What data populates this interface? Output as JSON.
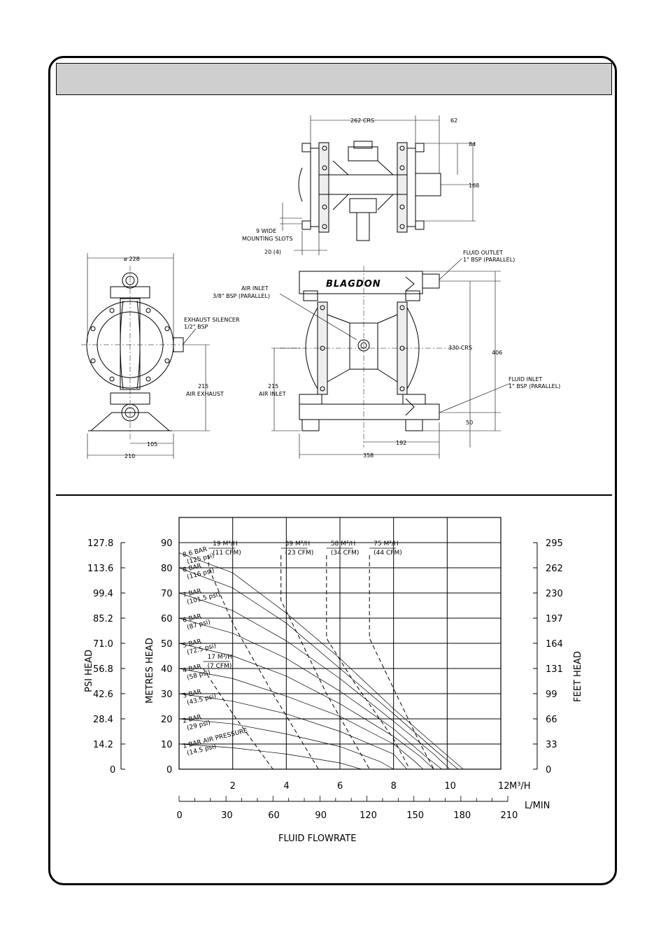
{
  "drawing": {
    "top_view": {
      "dim_262": "262 CRS",
      "dim_62": "62",
      "dim_84": "84",
      "dim_168": "168",
      "slots_line1": "9 WIDE",
      "slots_line2": "MOUNTING SLOTS",
      "dim_20": "20 (4)"
    },
    "side_view": {
      "dim_dia": "ø 228",
      "exhaust_line1": "EXHAUST SILENCER",
      "exhaust_line2": "1/2\" BSP",
      "dim_215_a": "215",
      "air_exhaust": "AIR EXHAUST",
      "dim_105": "105",
      "dim_210": "210"
    },
    "front_view": {
      "brand": "BLAGDON",
      "outlet_line1": "FLUID OUTLET",
      "outlet_line2": "1\" BSP (PARALLEL)",
      "air_inlet_line1": "AIR INLET",
      "air_inlet_line2": "3/8\" BSP (PARALLEL)",
      "dim_330": "330 CRS",
      "dim_406": "406",
      "dim_215_b": "215",
      "air_inlet_label": "AIR INLET",
      "inlet_line1": "FLUID INLET",
      "inlet_line2": "1\" BSP (PARALLEL)",
      "dim_50": "50",
      "dim_192": "192",
      "dim_358": "358"
    }
  },
  "chart_data": {
    "type": "line",
    "xlabel": "FLUID FLOWRATE",
    "x_unit_primary": "M³/H",
    "x_unit_secondary": "L/MIN",
    "xlim": [
      0,
      12
    ],
    "ylim": [
      0,
      100
    ],
    "x_ticks": [
      "2",
      "4",
      "6",
      "8",
      "10",
      "12"
    ],
    "x2_ticks": [
      "0",
      "30",
      "60",
      "90",
      "120",
      "150",
      "180",
      "210"
    ],
    "y_metres_label": "METRES HEAD",
    "y_metres_ticks": [
      "0",
      "10",
      "20",
      "30",
      "40",
      "50",
      "60",
      "70",
      "80",
      "90"
    ],
    "y_psi_label": "PSI HEAD",
    "y_psi_ticks": [
      "0",
      "14.2",
      "28.4",
      "42.6",
      "56.8",
      "71.0",
      "85.2",
      "99.4",
      "113.6",
      "127.8"
    ],
    "y_feet_label": "FEET HEAD",
    "y_feet_ticks": [
      "0",
      "33",
      "66",
      "99",
      "131",
      "164",
      "197",
      "230",
      "262",
      "295"
    ],
    "pressure_curves": [
      {
        "name": "8.6 BAR",
        "sub": "(125 psi)",
        "points": [
          [
            0,
            86
          ],
          [
            2,
            78
          ],
          [
            4,
            62
          ],
          [
            6,
            44
          ],
          [
            8,
            24
          ],
          [
            9.5,
            10
          ],
          [
            10.6,
            0
          ]
        ]
      },
      {
        "name": "8 BAR",
        "sub": "(116 psi)",
        "points": [
          [
            0,
            80
          ],
          [
            2,
            72
          ],
          [
            4,
            58
          ],
          [
            6,
            40
          ],
          [
            8,
            22
          ],
          [
            9.5,
            8
          ],
          [
            10.4,
            0
          ]
        ]
      },
      {
        "name": "7 BAR",
        "sub": "(101.5 psi)",
        "points": [
          [
            0,
            70
          ],
          [
            2,
            63
          ],
          [
            4,
            51
          ],
          [
            6,
            36
          ],
          [
            8,
            19
          ],
          [
            9.5,
            6
          ],
          [
            10.1,
            0
          ]
        ]
      },
      {
        "name": "6 BAR",
        "sub": "(87 psi)",
        "points": [
          [
            0,
            60
          ],
          [
            2,
            54
          ],
          [
            4,
            44
          ],
          [
            6,
            31
          ],
          [
            8,
            16
          ],
          [
            9.2,
            5
          ],
          [
            9.8,
            0
          ]
        ]
      },
      {
        "name": "5 BAR",
        "sub": "(72.5 psi)",
        "points": [
          [
            0,
            50
          ],
          [
            2,
            45
          ],
          [
            4,
            37
          ],
          [
            6,
            26
          ],
          [
            8,
            13
          ],
          [
            9,
            5
          ],
          [
            9.5,
            0
          ]
        ]
      },
      {
        "name": "4 BAR",
        "sub": "(58 psi)",
        "points": [
          [
            0,
            40
          ],
          [
            2,
            36
          ],
          [
            4,
            29
          ],
          [
            6,
            21
          ],
          [
            8,
            10
          ],
          [
            8.8,
            3
          ],
          [
            9.1,
            0
          ]
        ]
      },
      {
        "name": "3 BAR",
        "sub": "(43.5 psi)",
        "points": [
          [
            0,
            30
          ],
          [
            2,
            27
          ],
          [
            4,
            22
          ],
          [
            6,
            15
          ],
          [
            8,
            6
          ],
          [
            8.5,
            0
          ]
        ]
      },
      {
        "name": "2 BAR",
        "sub": "(29 psi)",
        "points": [
          [
            0,
            20
          ],
          [
            2,
            18
          ],
          [
            4,
            14
          ],
          [
            6,
            9
          ],
          [
            7.5,
            3
          ],
          [
            8,
            0
          ]
        ]
      },
      {
        "name": "1 BAR AIR PRESSURE",
        "sub": "(14.5 psi)",
        "points": [
          [
            0,
            10
          ],
          [
            2,
            8.5
          ],
          [
            4,
            6
          ],
          [
            6,
            2.5
          ],
          [
            6.8,
            0
          ]
        ]
      }
    ],
    "air_consumption": [
      {
        "label": "17 M³/H",
        "sub": "(7 CFM)",
        "points": [
          [
            0.9,
            40
          ],
          [
            2,
            22
          ],
          [
            3.5,
            0
          ]
        ]
      },
      {
        "label": "19 M³/H",
        "sub": "(11 CFM)",
        "points": [
          [
            1.1,
            85
          ],
          [
            1.1,
            80
          ],
          [
            2,
            58
          ],
          [
            3.5,
            30
          ],
          [
            5.2,
            0
          ]
        ]
      },
      {
        "label": "39 M³/H",
        "sub": "(23 CFM)",
        "points": [
          [
            3.8,
            85
          ],
          [
            3.8,
            67
          ],
          [
            4.5,
            52
          ],
          [
            5.5,
            30
          ],
          [
            7.1,
            0
          ]
        ]
      },
      {
        "label": "58 M³/H",
        "sub": "(34 CFM)",
        "points": [
          [
            5.5,
            85
          ],
          [
            5.5,
            52
          ],
          [
            6.5,
            35
          ],
          [
            8,
            12
          ],
          [
            8.6,
            0
          ]
        ]
      },
      {
        "label": "75 M³/H",
        "sub": "(44 CFM)",
        "points": [
          [
            7.1,
            85
          ],
          [
            7.1,
            52
          ],
          [
            8,
            32
          ],
          [
            9,
            10
          ],
          [
            9.5,
            0
          ]
        ]
      }
    ]
  }
}
